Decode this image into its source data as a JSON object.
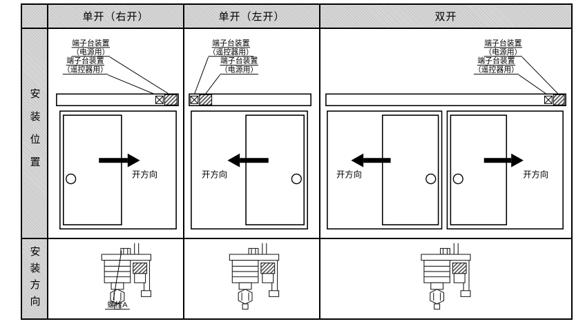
{
  "headers": {
    "col_single_right": "单开（右开）",
    "col_single_left": "单开（左开）",
    "col_double": "双开",
    "row_position": "安装位置",
    "row_direction": "安装方向"
  },
  "labels": {
    "terminal_device": "端子台装置",
    "for_power": "（电源用）",
    "for_remote": "（遥控器用）",
    "open_direction": "开方向",
    "bolt_a": "螺栓A"
  },
  "colors": {
    "header_bg": "#d9d9d9",
    "line": "#000000"
  }
}
